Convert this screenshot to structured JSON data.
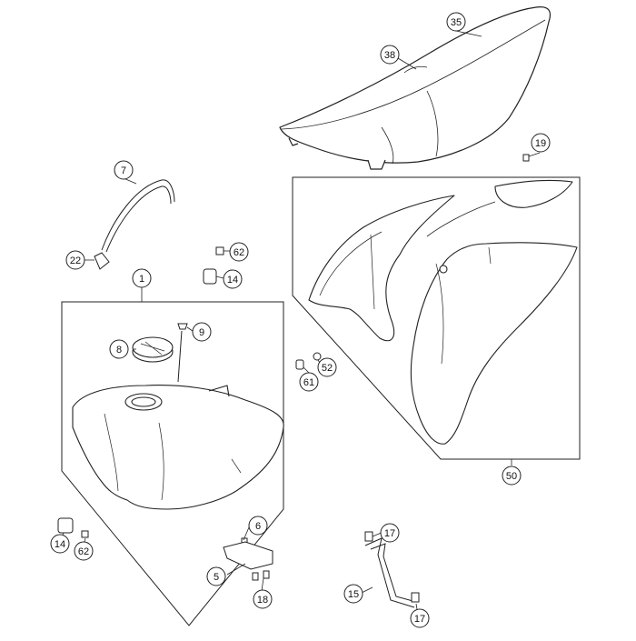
{
  "diagram": {
    "callouts": {
      "c35": "35",
      "c38": "38",
      "c19": "19",
      "c7": "7",
      "c22": "22",
      "c62a": "62",
      "c14a": "14",
      "c1": "1",
      "c9": "9",
      "c8": "8",
      "c61": "61",
      "c52": "52",
      "c50": "50",
      "c6": "6",
      "c5": "5",
      "c18": "18",
      "c14b": "14",
      "c62b": "62",
      "c17a": "17",
      "c15": "15",
      "c17b": "17"
    }
  }
}
